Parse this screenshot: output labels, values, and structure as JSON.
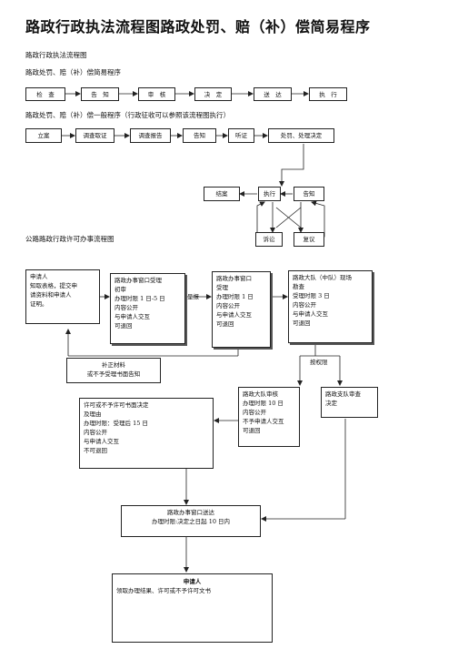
{
  "page": {
    "title": "路政行政执法流程图路政处罚、赔（补）偿简易程序",
    "section1": "路政行政执法流程图",
    "section2": "路政处罚、赔（补）偿简易程序",
    "section3": "路政处罚、赔（补）偿一般程序（行政征收可以参照该流程图执行）",
    "section4": "公路路政行政许可办事流程图"
  },
  "simple_flow": [
    "检　查",
    "告　知",
    "审　核",
    "决　定",
    "送　达",
    "执　行"
  ],
  "general_flow": [
    "立案",
    "调查取证",
    "调查报告",
    "告知",
    "听证",
    "处罚、处理决定"
  ],
  "enforcement": {
    "closing": "结案",
    "execute": "执行",
    "notify": "告知",
    "litigation": "诉讼",
    "review": "复议"
  },
  "permit": {
    "applicant": "申请人\n知取表格，提交申\n请资料和申请人\n证明。",
    "window_review": "路政办事窗口受理\n初审\n办理时限 1 日-5 日\n内容公开\n与申请人交互\n可退回",
    "report": "呈报",
    "window_accept": "路政办事窗口\n受理\n办理时限 1 日\n内容公开\n与申请人交互\n可退回",
    "brigade_check": "路政大队（中队）现场\n勘查\n受理时限 3 日\n内容公开\n与申请人交互\n可退回",
    "supplement": "补正材料\n或不予受理书面告知",
    "authority": "按权限",
    "brigade_review": "路政大队审核\n办理时限 10 日\n内容公开\n不予申请人交互\n可退回",
    "detachment": "路政支队审查\n决定",
    "decision": "许可或不予许可书面决定\n及理由\n办理时限：受理后 15 日\n内容公开\n与申请人交互\n不可退回",
    "delivery": "路政办事窗口送达\n办理时限:决定之日起 10 日内",
    "final_title": "申请人",
    "final_text": "领取办理结果、许可或不予许可文书"
  }
}
